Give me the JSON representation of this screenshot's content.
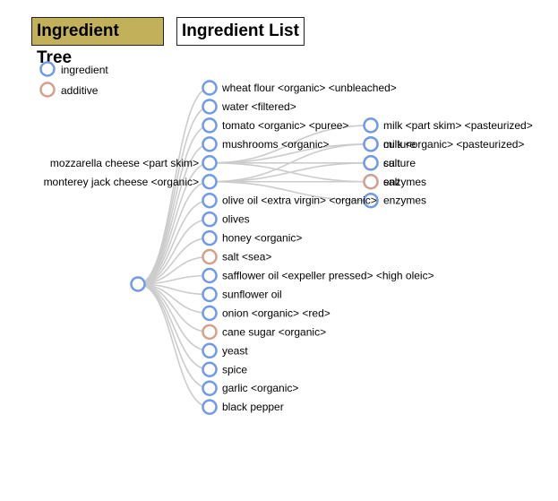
{
  "tabs": [
    {
      "label": "Ingredient Tree",
      "active": true
    },
    {
      "label": "Ingredient List",
      "active": false
    }
  ],
  "legend": [
    {
      "label": "ingredient",
      "color": "#6f9ae8"
    },
    {
      "label": "additive",
      "color": "#d4a08a"
    }
  ],
  "colors": {
    "ingredient": "#6f9ae8",
    "additive": "#d4a08a",
    "link": "#cccccc",
    "active_tab": "#c2b05a"
  },
  "tree": {
    "label": "",
    "type": "ingredient",
    "children": [
      {
        "label": "wheat flour <organic> <unbleached>",
        "type": "ingredient"
      },
      {
        "label": "water <filtered>",
        "type": "ingredient"
      },
      {
        "label": "tomato <organic> <puree>",
        "type": "ingredient"
      },
      {
        "label": "mushrooms <organic>",
        "type": "ingredient"
      },
      {
        "label": "mozzarella cheese <part skim>",
        "type": "ingredient",
        "children": [
          {
            "label": "milk <part skim> <pasteurized>",
            "type": "ingredient"
          },
          {
            "label": "culture",
            "type": "ingredient"
          },
          {
            "label": "salt",
            "type": "additive"
          },
          {
            "label": "enzymes",
            "type": "ingredient"
          }
        ]
      },
      {
        "label": "monterey jack cheese <organic>",
        "type": "ingredient",
        "children": [
          {
            "label": "milk <organic> <pasteurized>",
            "type": "ingredient"
          },
          {
            "label": "culture",
            "type": "ingredient"
          },
          {
            "label": "salt",
            "type": "additive"
          },
          {
            "label": "enzymes",
            "type": "ingredient"
          }
        ]
      },
      {
        "label": "olive oil <extra virgin> <organic>",
        "type": "ingredient"
      },
      {
        "label": "olives",
        "type": "ingredient"
      },
      {
        "label": "honey <organic>",
        "type": "ingredient"
      },
      {
        "label": "salt <sea>",
        "type": "additive"
      },
      {
        "label": "safflower oil <expeller pressed> <high oleic>",
        "type": "ingredient"
      },
      {
        "label": "sunflower oil",
        "type": "ingredient"
      },
      {
        "label": "onion <organic> <red>",
        "type": "ingredient"
      },
      {
        "label": "cane sugar <organic>",
        "type": "additive"
      },
      {
        "label": "yeast",
        "type": "ingredient"
      },
      {
        "label": "spice",
        "type": "ingredient"
      },
      {
        "label": "garlic <organic>",
        "type": "ingredient"
      },
      {
        "label": "black pepper",
        "type": "ingredient"
      }
    ]
  }
}
